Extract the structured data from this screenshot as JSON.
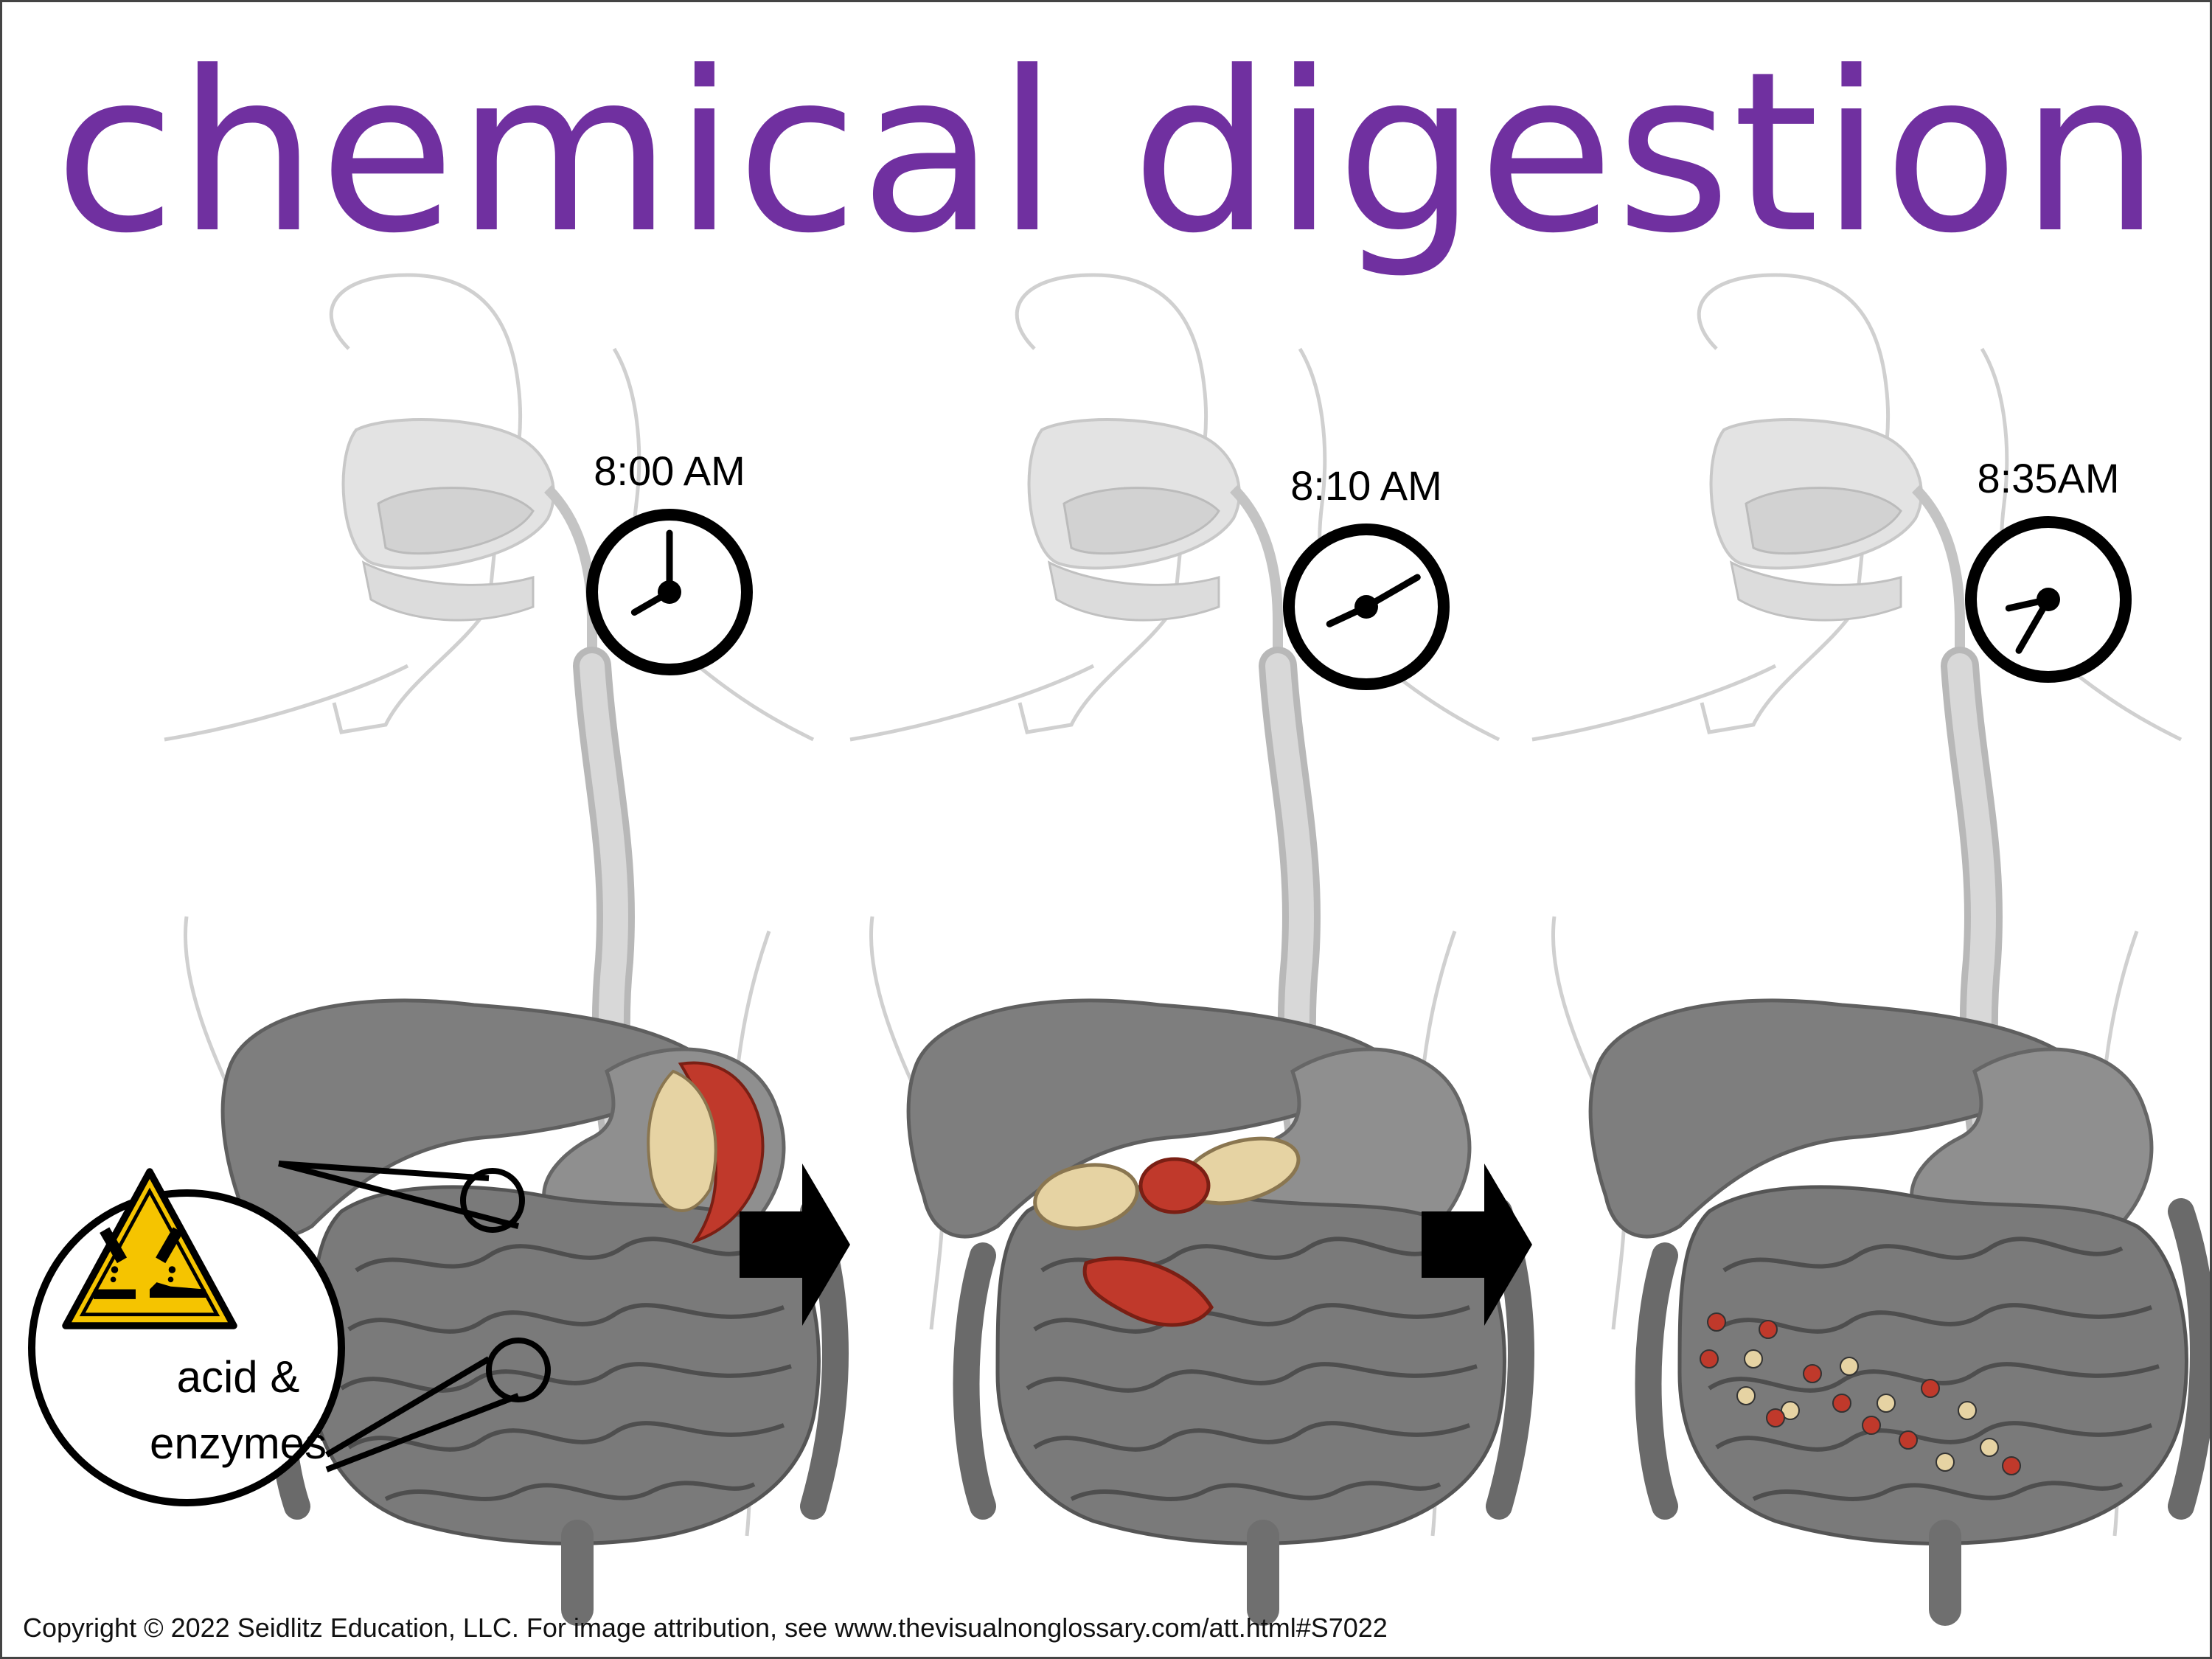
{
  "title": "chemical digestion",
  "panels": [
    {
      "time": "8:00 AM",
      "hands": {
        "hour": 8,
        "minute": 0
      }
    },
    {
      "time": "8:10 AM",
      "hands": {
        "hour": 8,
        "minute": 10
      }
    },
    {
      "time": "8:35AM",
      "hands": {
        "hour": 8,
        "minute": 35
      }
    }
  ],
  "callout": {
    "label_line1": "acid &",
    "label_line2": "enzymes",
    "icon": "corrosive-hazard-icon"
  },
  "colors": {
    "title": "#7030a0",
    "organ_gray": "#8a8a8a",
    "food_red": "#c0392b",
    "food_tan": "#e6d3a3",
    "warning_yellow": "#f5c400"
  },
  "copyright": "Copyright © 2022 Seidlitz Education, LLC.  For image attribution, see www.thevisualnonglossary.com/att.html#S7022"
}
